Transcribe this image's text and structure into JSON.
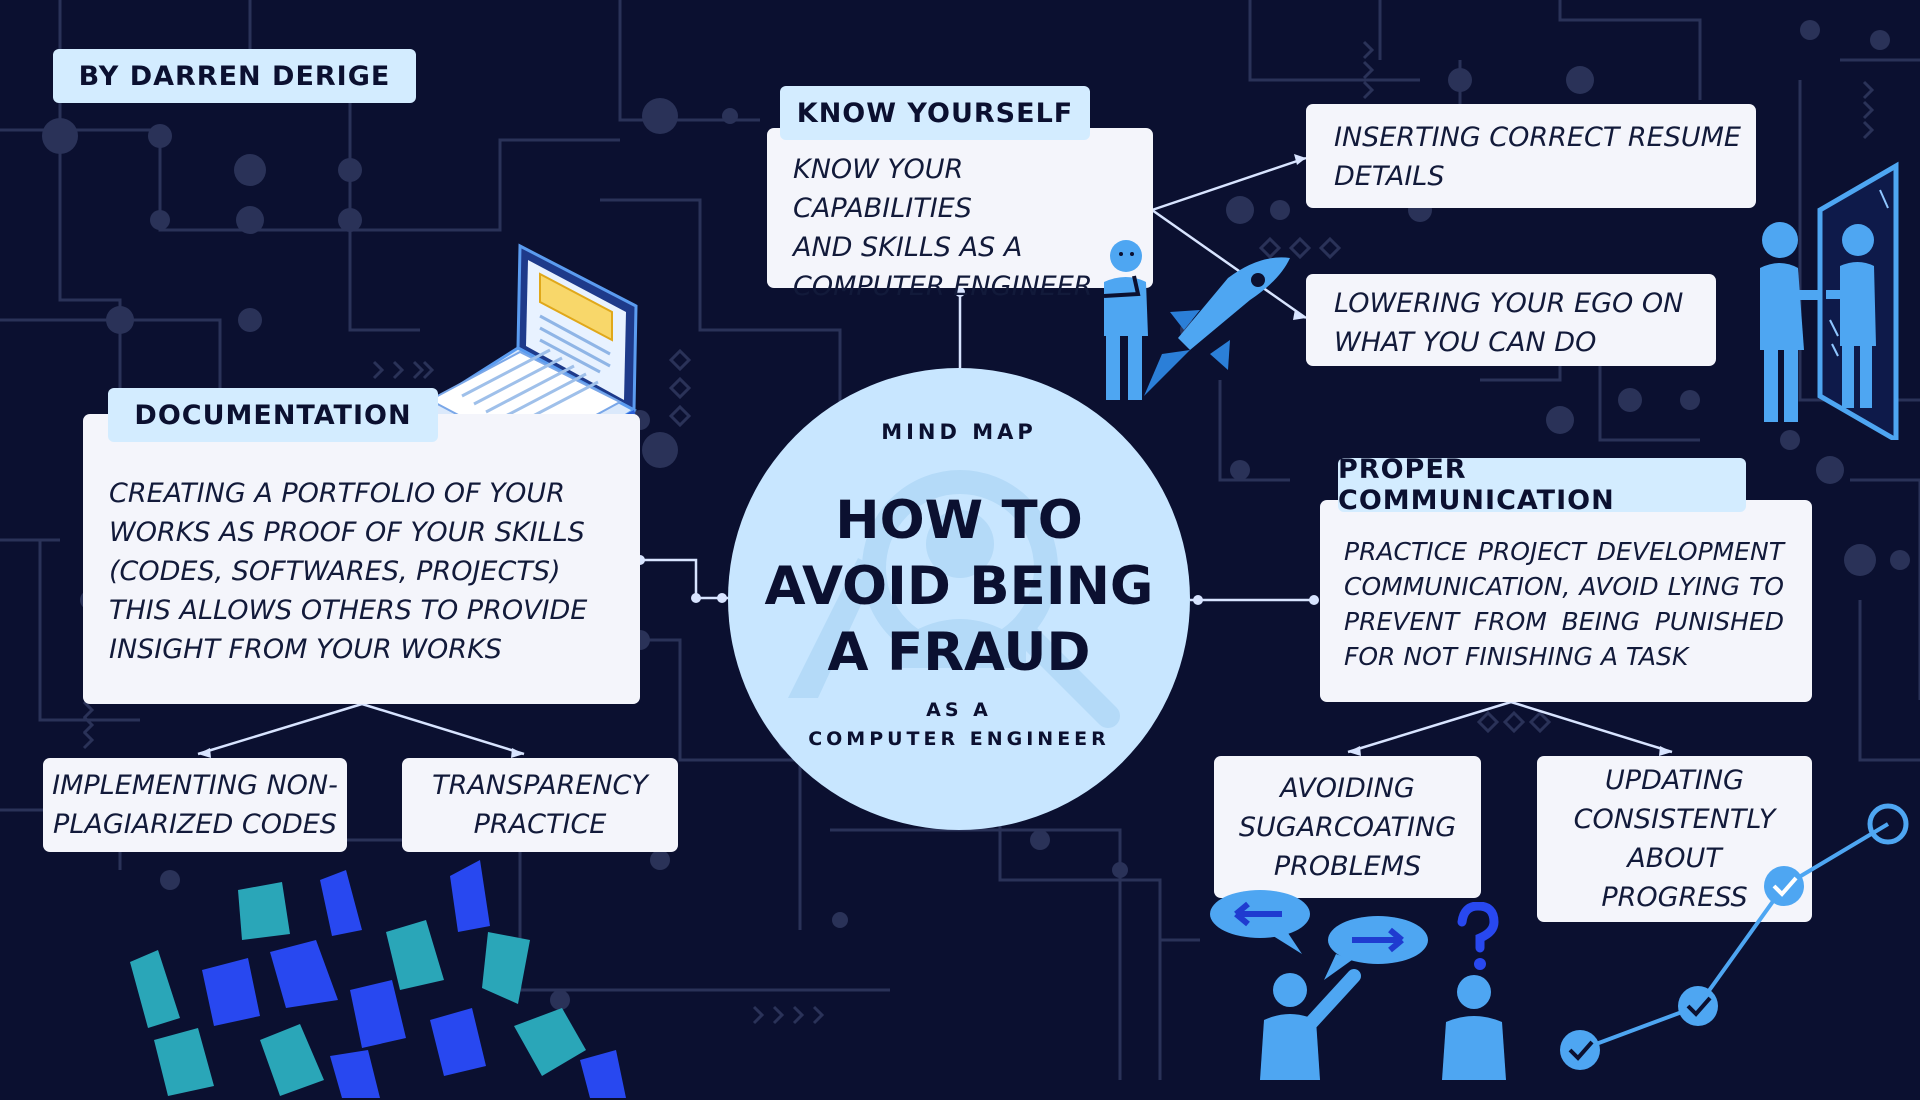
{
  "author_tag": "BY DARREN DERIGE",
  "center": {
    "kicker": "MIND MAP",
    "title_lines": [
      "HOW TO",
      "AVOID BEING",
      "A FRAUD"
    ],
    "subtitle_line1": "AS A",
    "subtitle_line2": "COMPUTER ENGINEER"
  },
  "know_yourself": {
    "title": "KNOW YOURSELF",
    "lines": [
      "KNOW YOUR CAPABILITIES",
      "AND SKILLS AS A",
      "COMPUTER ENGINEER"
    ],
    "children": [
      {
        "lines": [
          "INSERTING CORRECT RESUME",
          "DETAILS"
        ]
      },
      {
        "lines": [
          "LOWERING YOUR EGO ON",
          "WHAT YOU CAN DO"
        ]
      }
    ]
  },
  "documentation": {
    "title": "DOCUMENTATION",
    "lines": [
      "CREATING A PORTFOLIO OF YOUR",
      "WORKS AS PROOF OF YOUR SKILLS",
      "(CODES, SOFTWARES, PROJECTS)",
      "THIS ALLOWS OTHERS TO PROVIDE",
      "INSIGHT FROM YOUR WORKS"
    ],
    "children": [
      {
        "lines": [
          "IMPLEMENTING NON-",
          "PLAGIARIZED CODES"
        ]
      },
      {
        "lines": [
          "TRANSPARENCY",
          "PRACTICE"
        ]
      }
    ]
  },
  "proper_communication": {
    "title": "PROPER COMMUNICATION",
    "lines": [
      "PRACTICE PROJECT DEVELOPMENT",
      "COMMUNICATION, AVOID LYING TO",
      "PREVENT FROM BEING PUNISHED",
      "FOR NOT FINISHING A TASK"
    ],
    "children": [
      {
        "lines": [
          "AVOIDING",
          "SUGARCOATING",
          "PROBLEMS"
        ]
      },
      {
        "lines": [
          "UPDATING",
          "CONSISTENTLY",
          "ABOUT",
          "PROGRESS"
        ]
      }
    ]
  },
  "colors": {
    "background": "#0b1030",
    "circuit": "#2a3258",
    "tag": "#d3ecff",
    "box": "#f4f5fb",
    "circle": "#c8e6ff",
    "accent_blue": "#4ea6f2",
    "accent_teal": "#2aa6b8",
    "accent_royal": "#2848f0"
  },
  "icons": [
    "thinking-person-icon",
    "rocket-icon",
    "mirror-person-icon",
    "laptop-document-icon",
    "magnifier-watermark-icon",
    "speech-bubbles-icon",
    "question-mark-icon",
    "progress-checkmarks-icon",
    "paper-confetti-icon"
  ]
}
